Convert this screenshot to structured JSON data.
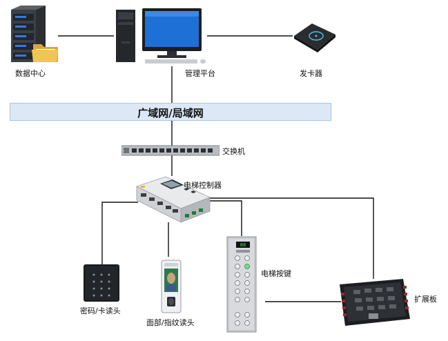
{
  "labels": {
    "data_center": "数据中心",
    "management": "管理平台",
    "card_issuer": "发卡器",
    "network": "广域网/局域网",
    "switch": "交换机",
    "elevator_controller": "电梯控制器",
    "password_reader": "密码/卡读头",
    "face_reader": "面部/指纹读头",
    "elevator_buttons": "电梯按键",
    "expansion_board": "扩展板"
  },
  "colors": {
    "lan_fill": "#dce8f5",
    "lan_border": "#a6c3e0",
    "line": "#111111"
  },
  "icons": [
    "server-icon",
    "folder-icon",
    "desktop-computer-icon",
    "card-issuer-icon",
    "network-switch-icon",
    "elevator-controller-icon",
    "keypad-reader-icon",
    "face-fingerprint-reader-icon",
    "elevator-button-panel-icon",
    "expansion-board-icon"
  ]
}
